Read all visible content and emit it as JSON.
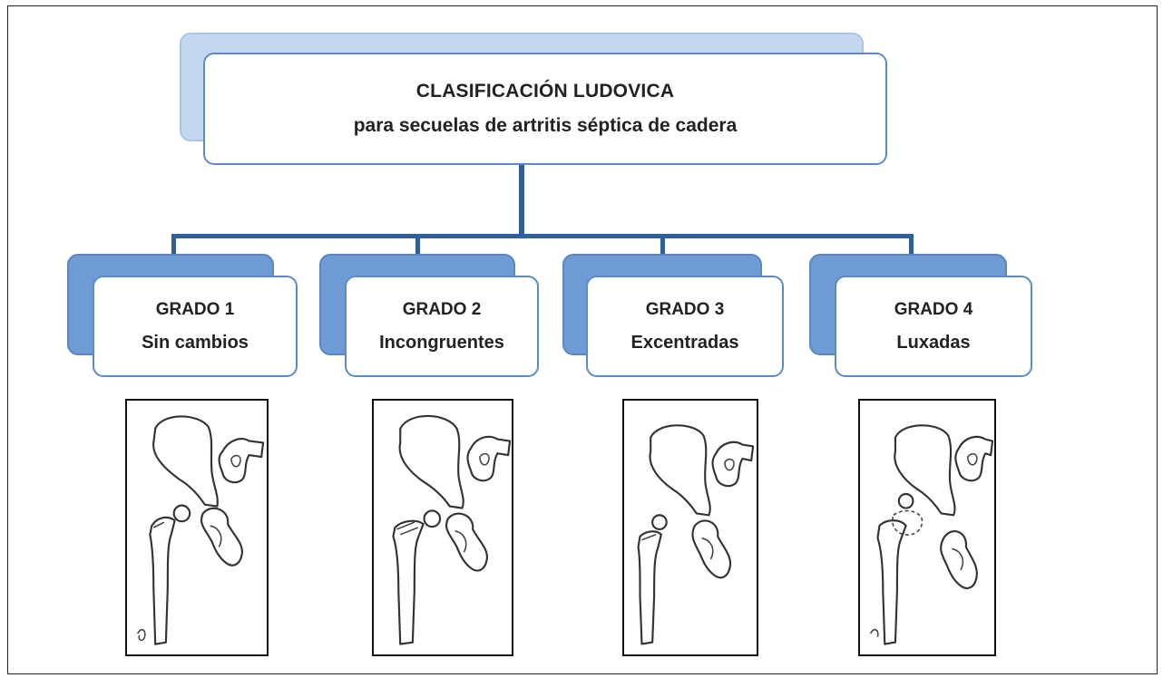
{
  "title": {
    "line1": "CLASIFICACIÓN LUDOVICA",
    "line2": "para secuelas de artritis séptica de cadera"
  },
  "grades": [
    {
      "label": "GRADO 1",
      "desc": "Sin cambios"
    },
    {
      "label": "GRADO 2",
      "desc": "Incongruentes"
    },
    {
      "label": "GRADO 3",
      "desc": "Excentradas"
    },
    {
      "label": "GRADO 4",
      "desc": "Luxadas"
    }
  ],
  "colors": {
    "box_border": "#5b8cc8",
    "shadow": "#6e9bd3",
    "connector": "#2f5f9e"
  }
}
